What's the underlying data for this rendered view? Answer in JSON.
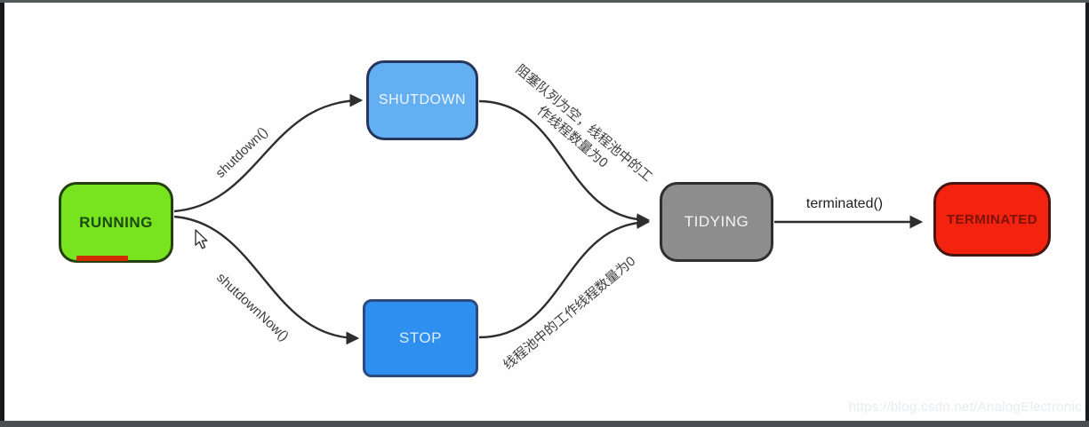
{
  "diagram": {
    "nodes": {
      "running": {
        "label": "RUNNING",
        "color": "#78e41f"
      },
      "shutdown": {
        "label": "SHUTDOWN",
        "color": "#64aff1"
      },
      "stop": {
        "label": "STOP",
        "color": "#2e8fee"
      },
      "tidying": {
        "label": "TIDYING",
        "color": "#8d8d8d"
      },
      "terminated": {
        "label": "TERMINATED",
        "color": "#f3230f"
      }
    },
    "edges": {
      "running_to_shutdown": {
        "label": "shutdown()"
      },
      "running_to_stop": {
        "label": "shutdownNow()"
      },
      "shutdown_to_tidying": {
        "label_line1": "阻塞队列为空，线程池中的工",
        "label_line2": "作线程数量为0"
      },
      "stop_to_tidying": {
        "label": "线程池中的工作线程数量为0"
      },
      "tidying_to_terminated": {
        "label": "terminated()"
      }
    },
    "arrow_color": "#2e2e2e",
    "annotation": {
      "red_mark_color": "#d02e00"
    }
  },
  "watermark": {
    "text": "https://blog.csdn.net/AnalogElectronic"
  }
}
